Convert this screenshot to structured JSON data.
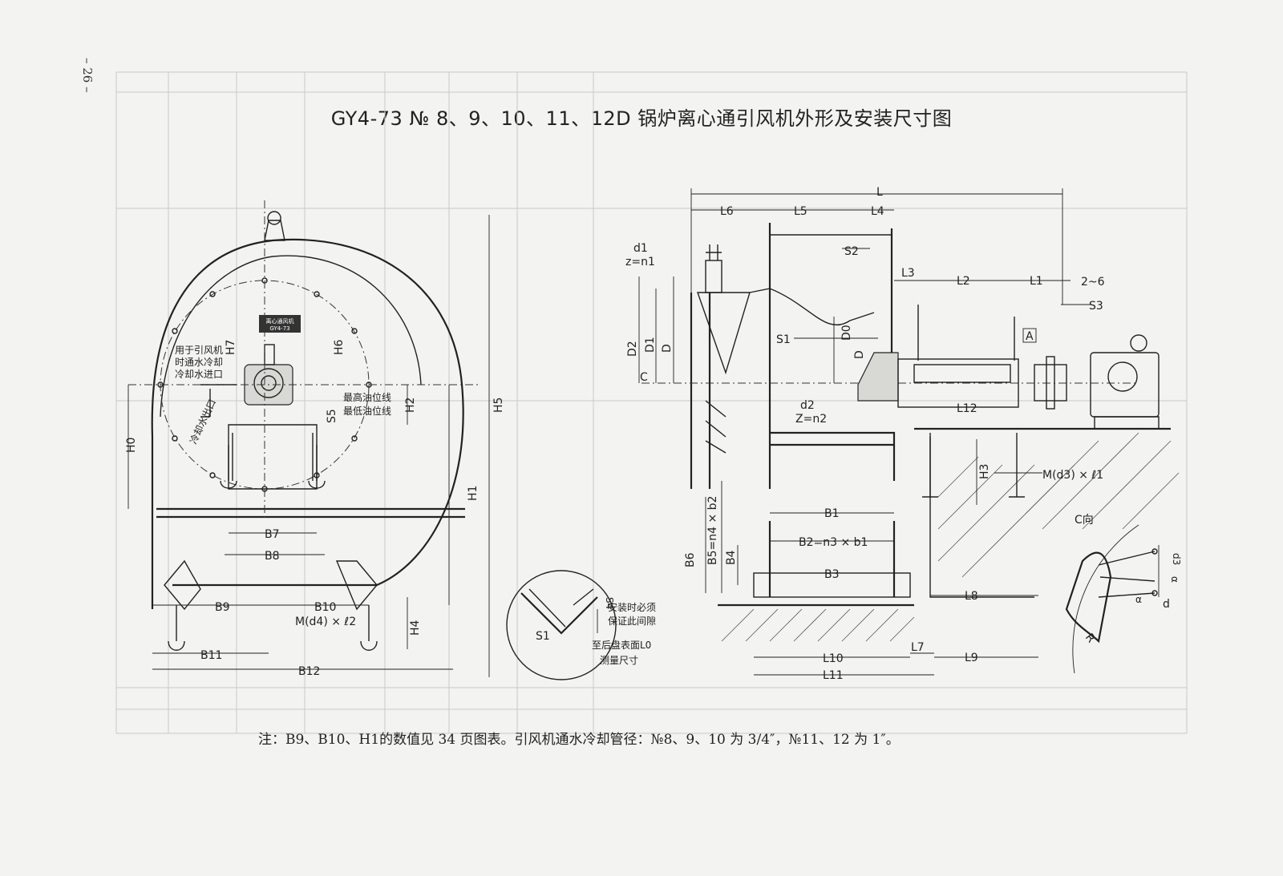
{
  "page_number": "– 26 –",
  "title": "GY4-73 № 8、9、10、11、12D 锅炉离心通引风机外形及安装尺寸图",
  "nameplate": {
    "line1": "离心通风机",
    "line2": "GY4-73"
  },
  "callouts": {
    "cooling_note": [
      "用于引风机",
      "时通水冷却",
      "冷却水进口"
    ],
    "cooling_outlet": "冷却水出口",
    "oil_high": "最高油位线",
    "oil_low": "最低油位线",
    "gap_note": [
      "安装时必须",
      "保证此间隙"
    ],
    "measure_note": [
      "至后盘表面L0",
      "测量尺寸"
    ],
    "view_c": "C向",
    "view_a": "A"
  },
  "front_labels": {
    "H7": "H7",
    "H6": "H6",
    "S5": "S5",
    "H2": "H2",
    "H0": "H0",
    "H5": "H5",
    "H1": "H1",
    "H4": "H4",
    "B7": "B7",
    "B8": "B8",
    "B9": "B9",
    "B10": "B10",
    "B11": "B11",
    "B12": "B12",
    "Md4": "M(d4) × ℓ2",
    "S4": "S4",
    "S1": "S1"
  },
  "side_labels": {
    "L": "L",
    "L6": "L6",
    "L5": "L5",
    "L4": "L4",
    "L3": "L3",
    "L2": "L2",
    "L1": "L1",
    "gap": "2~6",
    "S3": "S3",
    "S2": "S2",
    "S1": "S1",
    "d1": "d1",
    "zn1": "z=n1",
    "D2": "D2",
    "D1": "D1",
    "D": "D",
    "D0": "D0",
    "C": "C",
    "d2": "d2",
    "Zn2": "Z=n2",
    "L12": "L12",
    "H3": "H3",
    "Md3": "M(d3) × ℓ1",
    "B1": "B1",
    "B2": "B2=n3 × b1",
    "B5": "B5=n4 × b2",
    "B4": "B4",
    "B6": "B6",
    "B3": "B3",
    "L8": "L8",
    "L7": "L7",
    "L9": "L9",
    "L10": "L10",
    "L11": "L11",
    "R": "R",
    "d3": "d3",
    "a1": "α",
    "a2": "α",
    "d": "d"
  },
  "note": "注：B9、B10、H1的数值见 34 页图表。引风机通水冷却管径：№8、9、10 为 3/4″，№11、12 为 1″。"
}
